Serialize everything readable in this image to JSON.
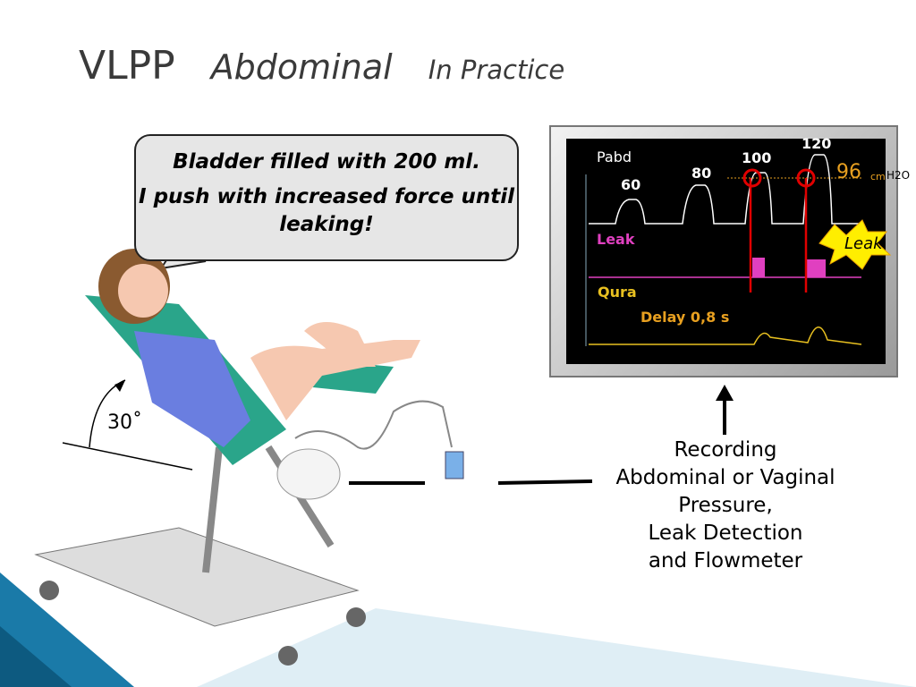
{
  "title": {
    "main": "VLPP",
    "sub1": "Abdominal",
    "sub2": "In Practice"
  },
  "bubble": {
    "line1": "Bladder filled with 200 ml.",
    "line2": "I push with increased force until leaking!"
  },
  "angle": "30˚",
  "monitor": {
    "pabd": "Pabd",
    "leak": "Leak",
    "qura": "Qura",
    "delay": "Delay 0,8 s",
    "p60": "60",
    "p80": "80",
    "p100": "100",
    "p120": "120",
    "value": "96",
    "unit_cm": "cm",
    "unit_h2o": "H2O",
    "burst": "Leak"
  },
  "recording": {
    "l1": "Recording",
    "l2": "Abdominal or Vaginal",
    "l3": "Pressure,",
    "l4": "Leak Detection",
    "l5": "and Flowmeter"
  },
  "colors": {
    "pabd": "#ffffff",
    "leak": "#e040c0",
    "qura": "#e8c020",
    "marker": "#e00000"
  }
}
